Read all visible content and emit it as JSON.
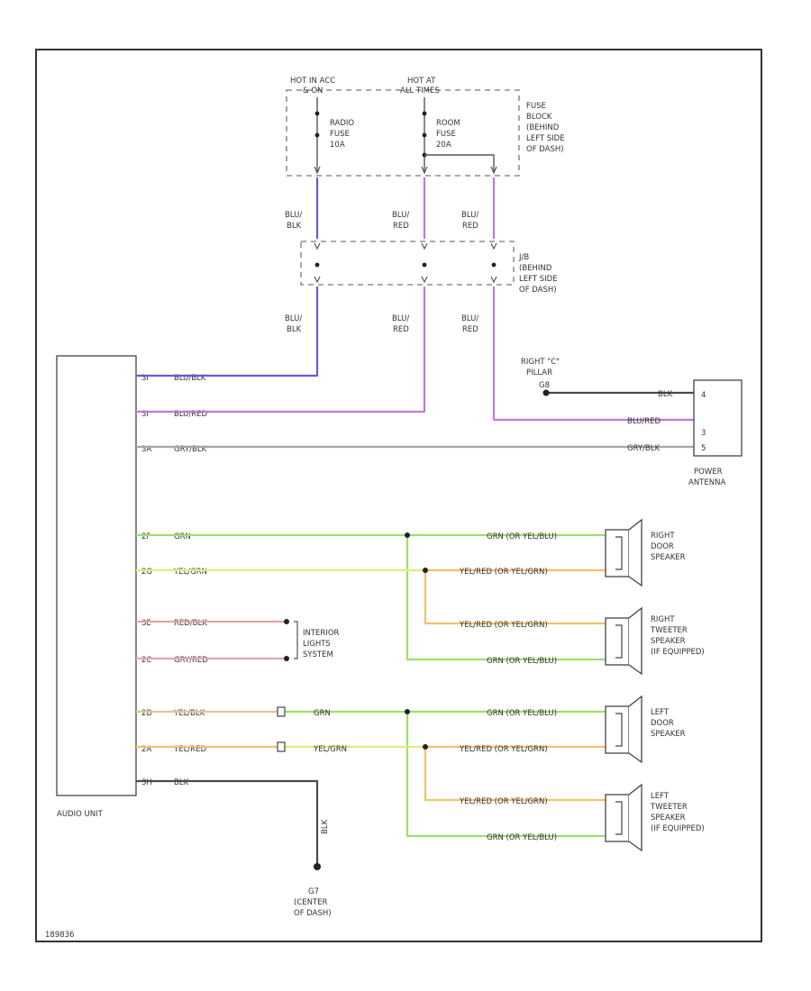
{
  "frame_id": "189836",
  "colors": {
    "blu_blk": "#6a5ad6",
    "blu_red": "#c07ad8",
    "gry_blk": "#a7a7a7",
    "grn": "#9be06a",
    "yel_grn": "#e3ec78",
    "yel_red": "#f6c06a",
    "red_blk": "#e5a2a5",
    "gry_red": "#e2a8b4",
    "yel_blk": "#d9c89a",
    "blk": "#4a4a4a"
  },
  "fuse_block": {
    "hot_in_acc": "HOT IN ACC",
    "hot_in_acc_2": "& ON",
    "hot_at_all": "HOT AT",
    "hot_at_all_2": "ALL TIMES",
    "radio_fuse": [
      "RADIO",
      "FUSE",
      "10A"
    ],
    "room_fuse": [
      "ROOM",
      "FUSE",
      "20A"
    ],
    "location": [
      "FUSE",
      "BLOCK",
      "(BEHIND",
      "LEFT SIDE",
      "OF DASH)"
    ]
  },
  "jb": {
    "location": [
      "J/B",
      "(BEHIND",
      "LEFT SIDE",
      "OF DASH)"
    ]
  },
  "wire_labels": {
    "blu_blk_1": [
      "BLU/",
      "BLK"
    ],
    "blu_red_1": [
      "BLU/",
      "RED"
    ],
    "blu_red_2": [
      "BLU/",
      "RED"
    ],
    "blu_blk_2": [
      "BLU/",
      "BLK"
    ],
    "blu_red_3": [
      "BLU/",
      "RED"
    ],
    "blu_red_4": [
      "BLU/",
      "RED"
    ]
  },
  "audio_unit": {
    "label": "AUDIO UNIT",
    "pins": [
      {
        "pin": "3I",
        "wire": "BLU/BLK"
      },
      {
        "pin": "3I",
        "wire": "BLU/RED"
      },
      {
        "pin": "3A",
        "wire": "GRY/BLK"
      },
      {
        "pin": "2F",
        "wire": "GRN"
      },
      {
        "pin": "2G",
        "wire": "YEL/GRN"
      },
      {
        "pin": "3E",
        "wire": "RED/BLK"
      },
      {
        "pin": "2C",
        "wire": "GRY/RED"
      },
      {
        "pin": "2D",
        "wire": "YEL/BLK"
      },
      {
        "pin": "2A",
        "wire": "YEL/RED"
      },
      {
        "pin": "3H",
        "wire": "BLK"
      }
    ]
  },
  "power_antenna": {
    "label": [
      "POWER",
      "ANTENNA"
    ],
    "ground": [
      "RIGHT \"C\"",
      "PILLAR"
    ],
    "ground_id": "G8",
    "pins": [
      "4",
      "3",
      "5"
    ],
    "wires": [
      "BLK",
      "BLU/RED",
      "GRY/BLK"
    ]
  },
  "speakers": {
    "right_door": [
      "RIGHT",
      "DOOR",
      "SPEAKER"
    ],
    "right_tweeter": [
      "RIGHT",
      "TWEETER",
      "SPEAKER",
      "(IF EQUIPPED)"
    ],
    "left_door": [
      "LEFT",
      "DOOR",
      "SPEAKER"
    ],
    "left_tweeter": [
      "LEFT",
      "TWEETER",
      "SPEAKER",
      "(IF EQUIPPED)"
    ],
    "wire_grn_yel_blk": "GRN (OR YEL/BLU)",
    "wire_yel_red_yel_grn": "YEL/RED (OR YEL/GRN)"
  },
  "mid_labels": {
    "grn": "GRN",
    "yel_grn": "YEL/GRN"
  },
  "interior": {
    "label": [
      "INTERIOR",
      "LIGHTS",
      "SYSTEM"
    ]
  },
  "ground_center": {
    "wire": "BLK",
    "id": "G7",
    "label": [
      "(CENTER",
      "OF DASH)"
    ]
  }
}
